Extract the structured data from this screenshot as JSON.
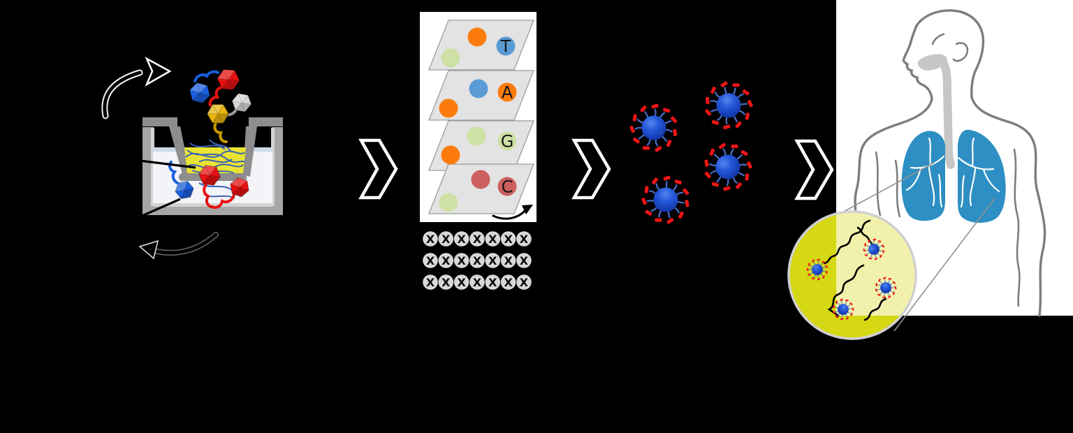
{
  "figure": {
    "type": "scientific-schematic",
    "background": "#000000",
    "panel_names": [
      "phage-display-biopanning-well",
      "sequencing-selection-plates",
      "peptide-presenting-nanoparticles",
      "pulmonary-mucus-penetration"
    ]
  },
  "sequencing": {
    "plate_labels": [
      "T",
      "A",
      "G",
      "C"
    ],
    "grid": {
      "rows": 3,
      "cols": 7,
      "symbol": "X"
    }
  },
  "colors": {
    "phage_blue": "#1a5fe0",
    "phage_red": "#e81111",
    "phage_silver": "#d7d7d7",
    "phage_gold": "#e6b40c",
    "phage_gold_tail": "#c79a00",
    "phage_silver_tail": "#9a9a9a",
    "tub_gray": "#a6a6a6",
    "tub_lining": "#d2d2d2",
    "funnel_gray": "#8d8d8d",
    "liquid_white": "#f2f4f8",
    "surface_blue": "#ccd9e8",
    "mucus_yellow": "#e9e334",
    "fiber_blue": "#3b62b5",
    "plate_gray": "#e3e3e3",
    "dot_orange": "#fb7c0c",
    "dot_green": "#cfe0a4",
    "dot_blue": "#5b9bd5",
    "dot_red": "#cd5f5f",
    "grid_circle_gray": "#d8d8d8",
    "np_arm_blue": "#4a6fc8",
    "np_tip_red": "#ee1515",
    "body_outline_gray": "#7d7d7d",
    "trachea_gray": "#c6c6c6",
    "lung_blue": "#2d8fc3",
    "inset_yellow": "#d6d813",
    "inset_light_yellow": "#f1f1ab",
    "chevron_black": "#000000",
    "chevron_outline_white": "#ffffff",
    "pointer_black": "#000000",
    "inset_pointer_gray": "#909090"
  }
}
